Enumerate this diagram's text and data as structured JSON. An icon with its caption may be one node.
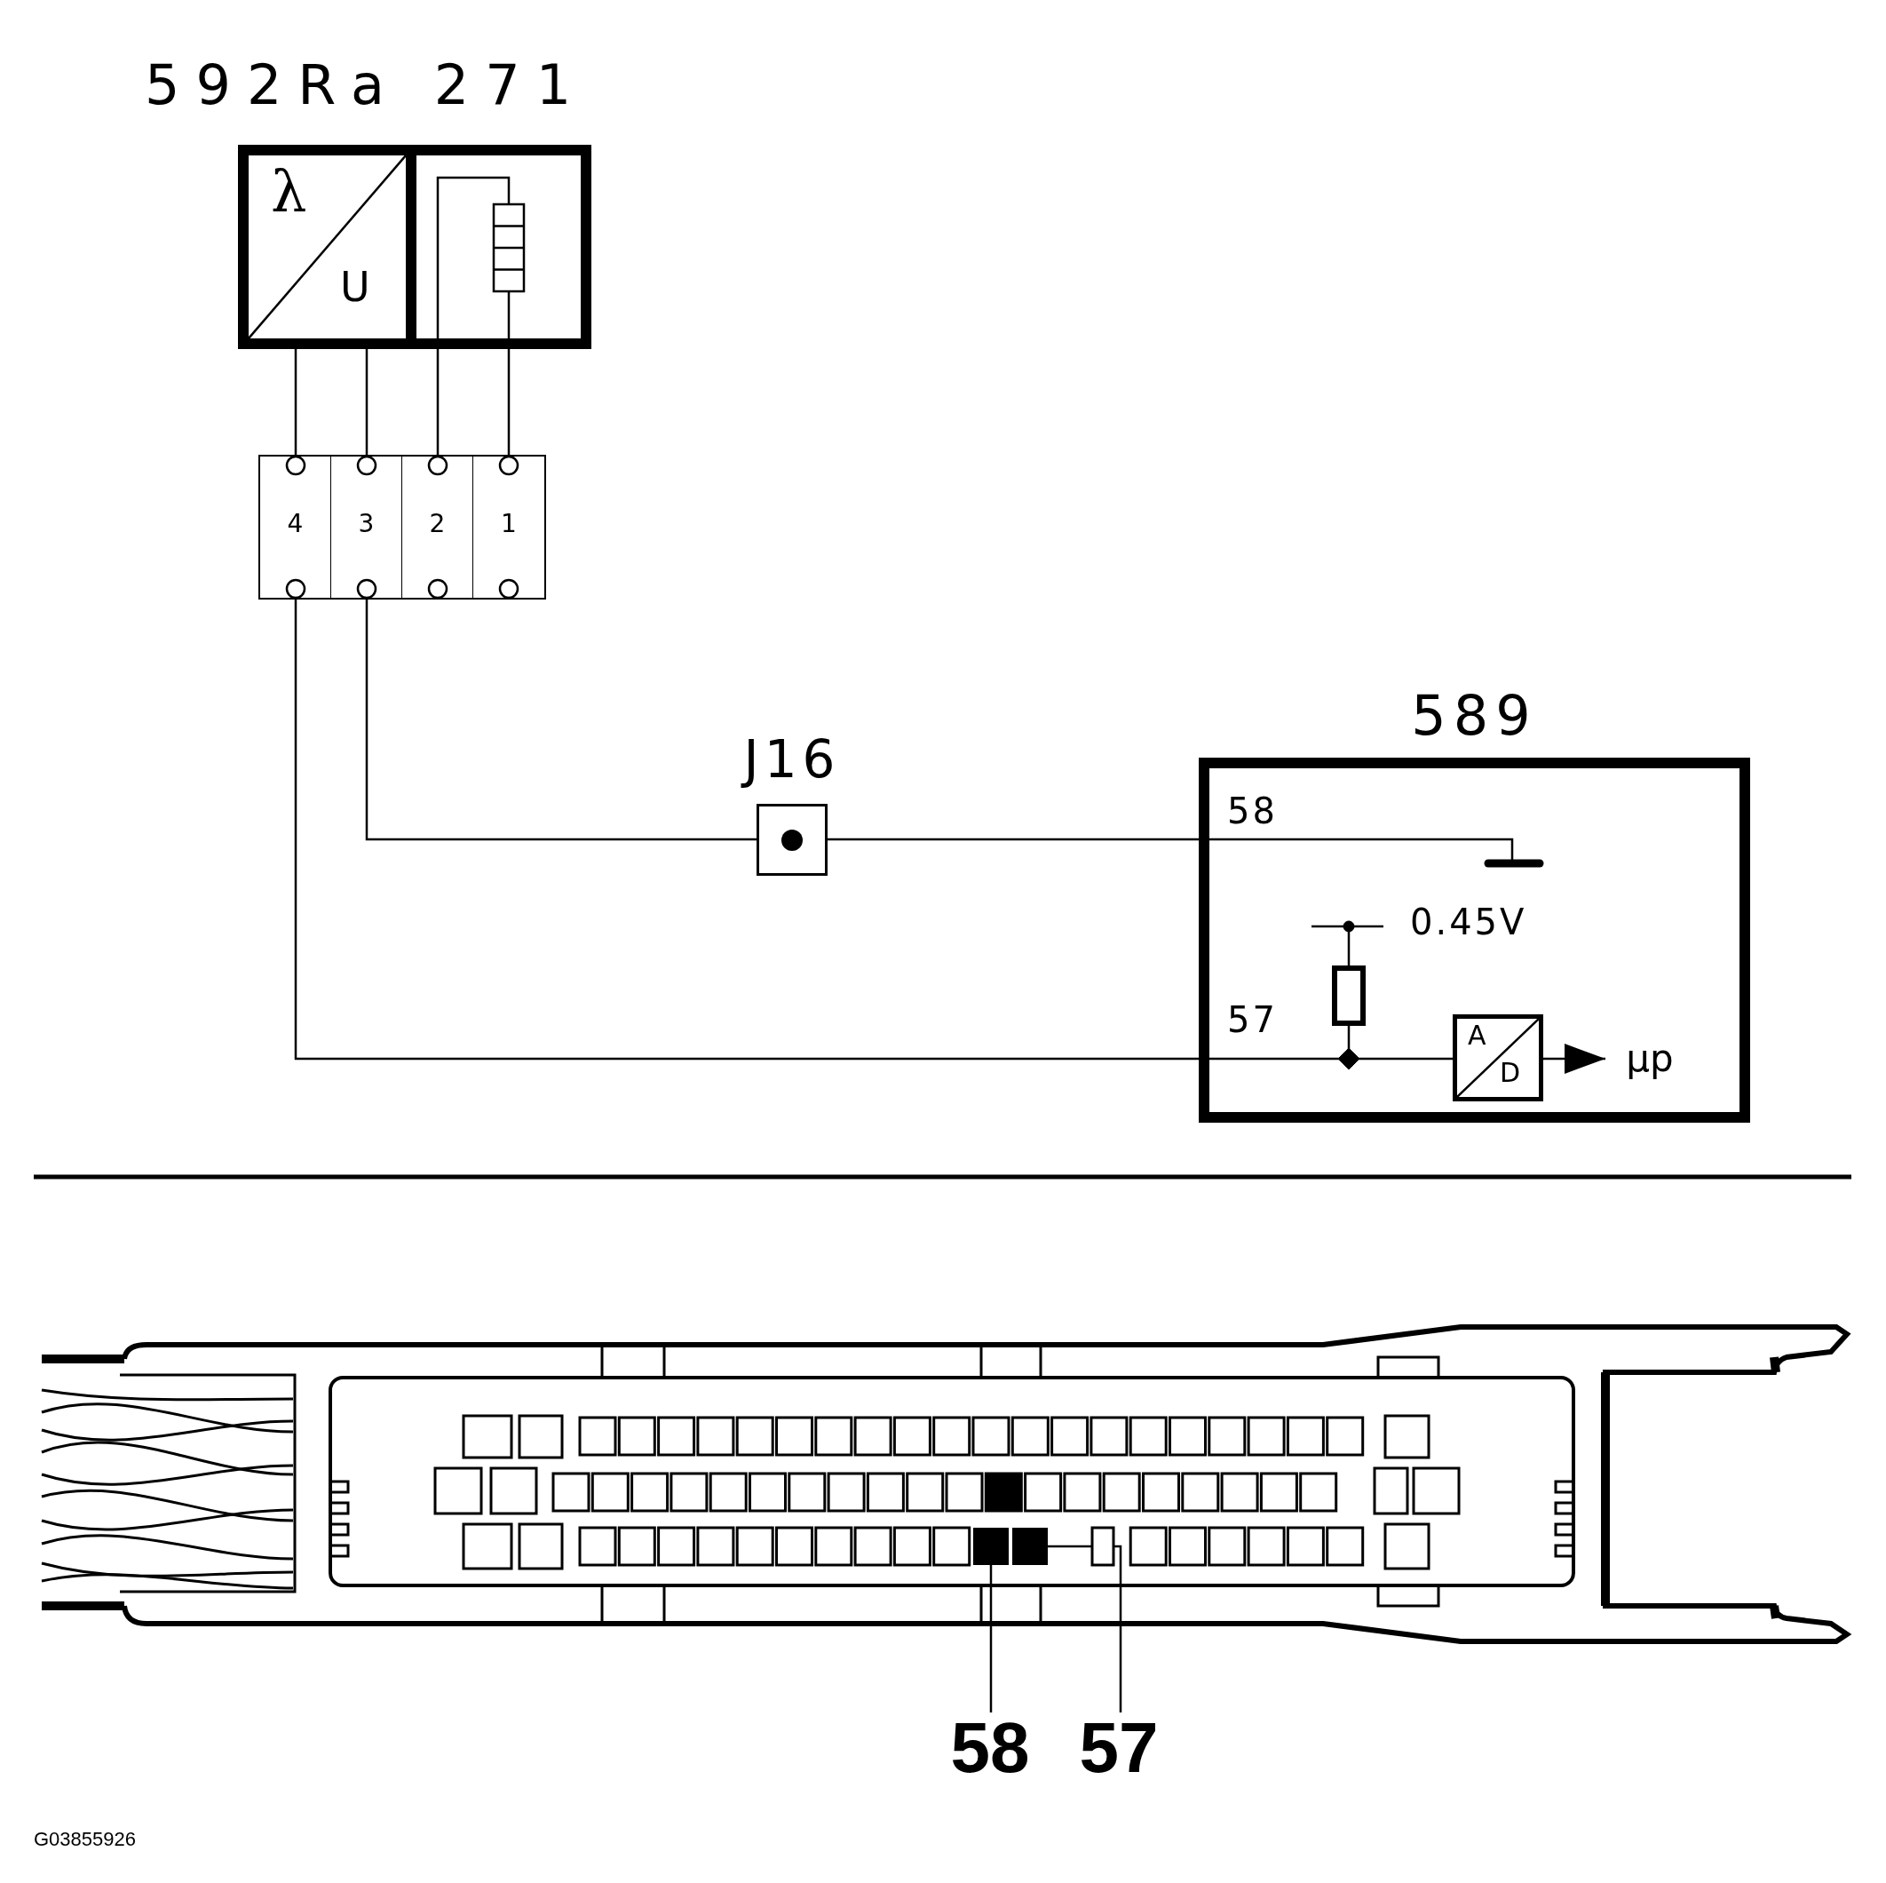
{
  "diagram": {
    "nodes": [
      {
        "text": [
          "592Ra 271"
        ]
      },
      {
        "text": [
          "λ",
          "U"
        ],
        "in": 0
      },
      {
        "text": [],
        "shape": "box",
        "in": 0
      },
      {
        "text": [],
        "shape": "box"
      },
      {
        "text": [
          "4"
        ],
        "in": 3
      },
      {
        "text": [
          "3"
        ],
        "in": 3
      },
      {
        "text": [
          "2"
        ],
        "in": 3
      },
      {
        "text": [
          "1"
        ],
        "in": 3
      },
      {
        "text": [
          "J16"
        ]
      },
      {
        "text": [
          "589"
        ]
      },
      {
        "text": [
          "A",
          "D"
        ],
        "in": 9
      },
      {
        "text": [
          "μp"
        ],
        "in": 9
      },
      {
        "text": [],
        "shape": "picture"
      },
      {
        "text": [],
        "shape": "box",
        "in": 12
      },
      {
        "text": [],
        "shape": "box",
        "in": 12
      },
      {
        "text": [
          "58"
        ]
      },
      {
        "text": [
          "57"
        ]
      }
    ],
    "edges": [
      {
        "from": 1,
        "to": 4,
        "arrow": "none"
      },
      {
        "from": 1,
        "to": 5,
        "arrow": "none"
      },
      {
        "from": 2,
        "to": 6,
        "arrow": "none"
      },
      {
        "from": 2,
        "to": 7,
        "arrow": "none"
      },
      {
        "from": 5,
        "to": 8,
        "arrow": "none"
      },
      {
        "from": 8,
        "to": 9,
        "arrow": "none"
      },
      {
        "from": 4,
        "to": 10,
        "arrow": "none"
      },
      {
        "from": 10,
        "to": 11,
        "arrow": "to"
      },
      {
        "from": 15,
        "to": 13,
        "arrow": "none"
      },
      {
        "from": 16,
        "to": 14,
        "arrow": "none"
      }
    ],
    "labels": [
      "58",
      "0.45V",
      "57",
      "G03855926"
    ]
  }
}
